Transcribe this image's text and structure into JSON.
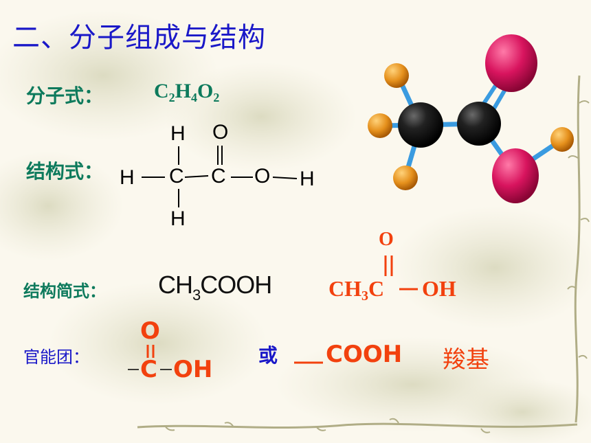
{
  "title": "二、分子组成与结构",
  "molecular_formula": {
    "label": "分子式：",
    "c": "C",
    "c_n": "2",
    "h": "H",
    "h_n": "4",
    "o": "O",
    "o_n": "2"
  },
  "structural_formula": {
    "label": "结构式：",
    "atoms": {
      "h_left": "H",
      "h_top": "H",
      "h_bottom": "H",
      "c1": "C",
      "c2": "C",
      "o_top": "O",
      "o_right": "O",
      "h_right": "H"
    }
  },
  "condensed_formula": {
    "label": "结构简式：",
    "text_pre": "CH",
    "text_sub": "3",
    "text_post": "COOH",
    "red_o": "O",
    "red_pre": "CH",
    "red_sub": "3",
    "red_c": "C",
    "red_oh": "OH"
  },
  "functional_group": {
    "label": "官能团：",
    "o": "O",
    "c": "C",
    "oh": "OH",
    "or": "或",
    "cooh": "COOH",
    "name": "羧基"
  },
  "colors": {
    "title": "#1a18c8",
    "label_teal": "#0d7a5c",
    "red": "#f2410e",
    "carbon": "#252525",
    "hydrogen": "#e5901c",
    "oxygen": "#d8145e",
    "bond": "#3a9be0"
  }
}
